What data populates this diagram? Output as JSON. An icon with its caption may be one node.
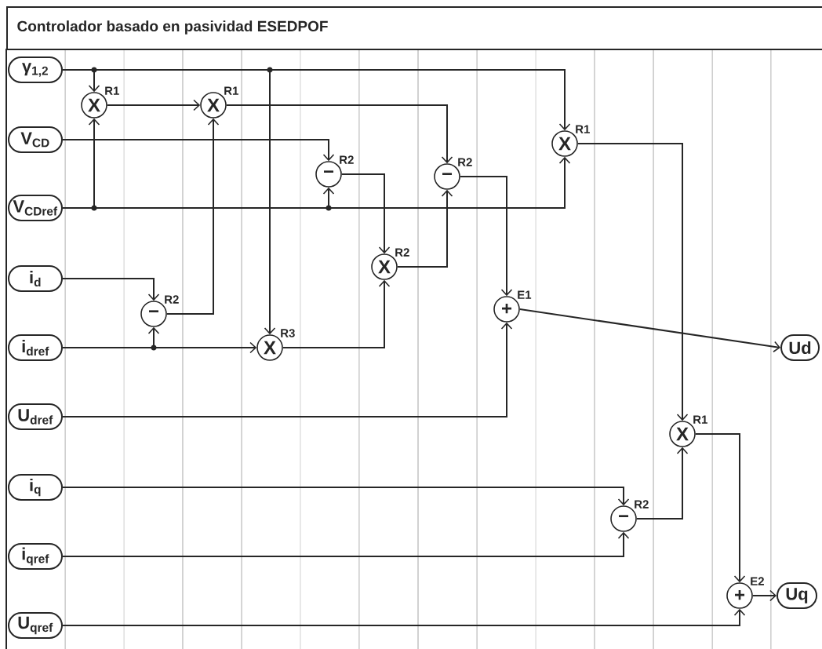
{
  "diagram": {
    "title": "Controlador basado en pasividad ESEDPOF",
    "nodes": [
      {
        "text": [
          "γ$_{1,2}$"
        ]
      },
      {
        "text": [
          "V$_{CD}$"
        ]
      },
      {
        "text": [
          "V$_{CDref}$"
        ]
      },
      {
        "text": [
          "i$_{d}$"
        ]
      },
      {
        "text": [
          "i$_{dref}$"
        ]
      },
      {
        "text": [
          "U$_{dref}$"
        ]
      },
      {
        "text": [
          "i$_{q}$"
        ]
      },
      {
        "text": [
          "i$_{qref}$"
        ]
      },
      {
        "text": [
          "U$_{qref}$"
        ]
      },
      {
        "text": [
          "X"
        ],
        "beside": [
          "R1"
        ]
      },
      {
        "text": [
          "X"
        ],
        "beside": [
          "R1"
        ]
      },
      {
        "text": [
          "−"
        ],
        "beside": [
          "R2"
        ]
      },
      {
        "text": [
          "−"
        ],
        "beside": [
          "R2"
        ]
      },
      {
        "text": [
          "X"
        ],
        "beside": [
          "R1"
        ]
      },
      {
        "text": [
          "−"
        ],
        "beside": [
          "R2"
        ]
      },
      {
        "text": [
          "X"
        ],
        "beside": [
          "R2"
        ]
      },
      {
        "text": [
          "X"
        ],
        "beside": [
          "R3"
        ]
      },
      {
        "text": [
          "+"
        ],
        "beside": [
          "E1"
        ]
      },
      {
        "text": [
          "X"
        ],
        "beside": [
          "R1"
        ]
      },
      {
        "text": [
          "−"
        ],
        "beside": [
          "R2"
        ]
      },
      {
        "text": [
          "+"
        ],
        "beside": [
          "E2"
        ]
      },
      {
        "text": [
          "Ud"
        ]
      },
      {
        "text": [
          "Uq"
        ]
      }
    ],
    "edges": [
      {
        "from": 0,
        "to": 9,
        "arrow": "to"
      },
      {
        "from": 0,
        "to": 16,
        "arrow": "to"
      },
      {
        "from": 0,
        "to": 13,
        "arrow": "to"
      },
      {
        "from": 2,
        "to": 9,
        "arrow": "to"
      },
      {
        "from": 2,
        "to": 11,
        "arrow": "to"
      },
      {
        "from": 2,
        "to": 13,
        "arrow": "to"
      },
      {
        "from": 1,
        "to": 11,
        "arrow": "to"
      },
      {
        "from": 9,
        "to": 10,
        "arrow": "to"
      },
      {
        "from": 10,
        "to": 12,
        "arrow": "to"
      },
      {
        "from": 14,
        "to": 10,
        "arrow": "to"
      },
      {
        "from": 3,
        "to": 14,
        "arrow": "to"
      },
      {
        "from": 4,
        "to": 14,
        "arrow": "to"
      },
      {
        "from": 4,
        "to": 16,
        "arrow": "to"
      },
      {
        "from": 11,
        "to": 15,
        "arrow": "to"
      },
      {
        "from": 16,
        "to": 15,
        "arrow": "to"
      },
      {
        "from": 15,
        "to": 12,
        "arrow": "to"
      },
      {
        "from": 12,
        "to": 17,
        "arrow": "to"
      },
      {
        "from": 5,
        "to": 17,
        "arrow": "to"
      },
      {
        "from": 17,
        "to": 21,
        "arrow": "to"
      },
      {
        "from": 13,
        "to": 18,
        "arrow": "to"
      },
      {
        "from": 6,
        "to": 19,
        "arrow": "to"
      },
      {
        "from": 7,
        "to": 19,
        "arrow": "to"
      },
      {
        "from": 19,
        "to": 18,
        "arrow": "to"
      },
      {
        "from": 18,
        "to": 20,
        "arrow": "to"
      },
      {
        "from": 8,
        "to": 20,
        "arrow": "to"
      },
      {
        "from": 20,
        "to": 22,
        "arrow": "to"
      }
    ]
  }
}
